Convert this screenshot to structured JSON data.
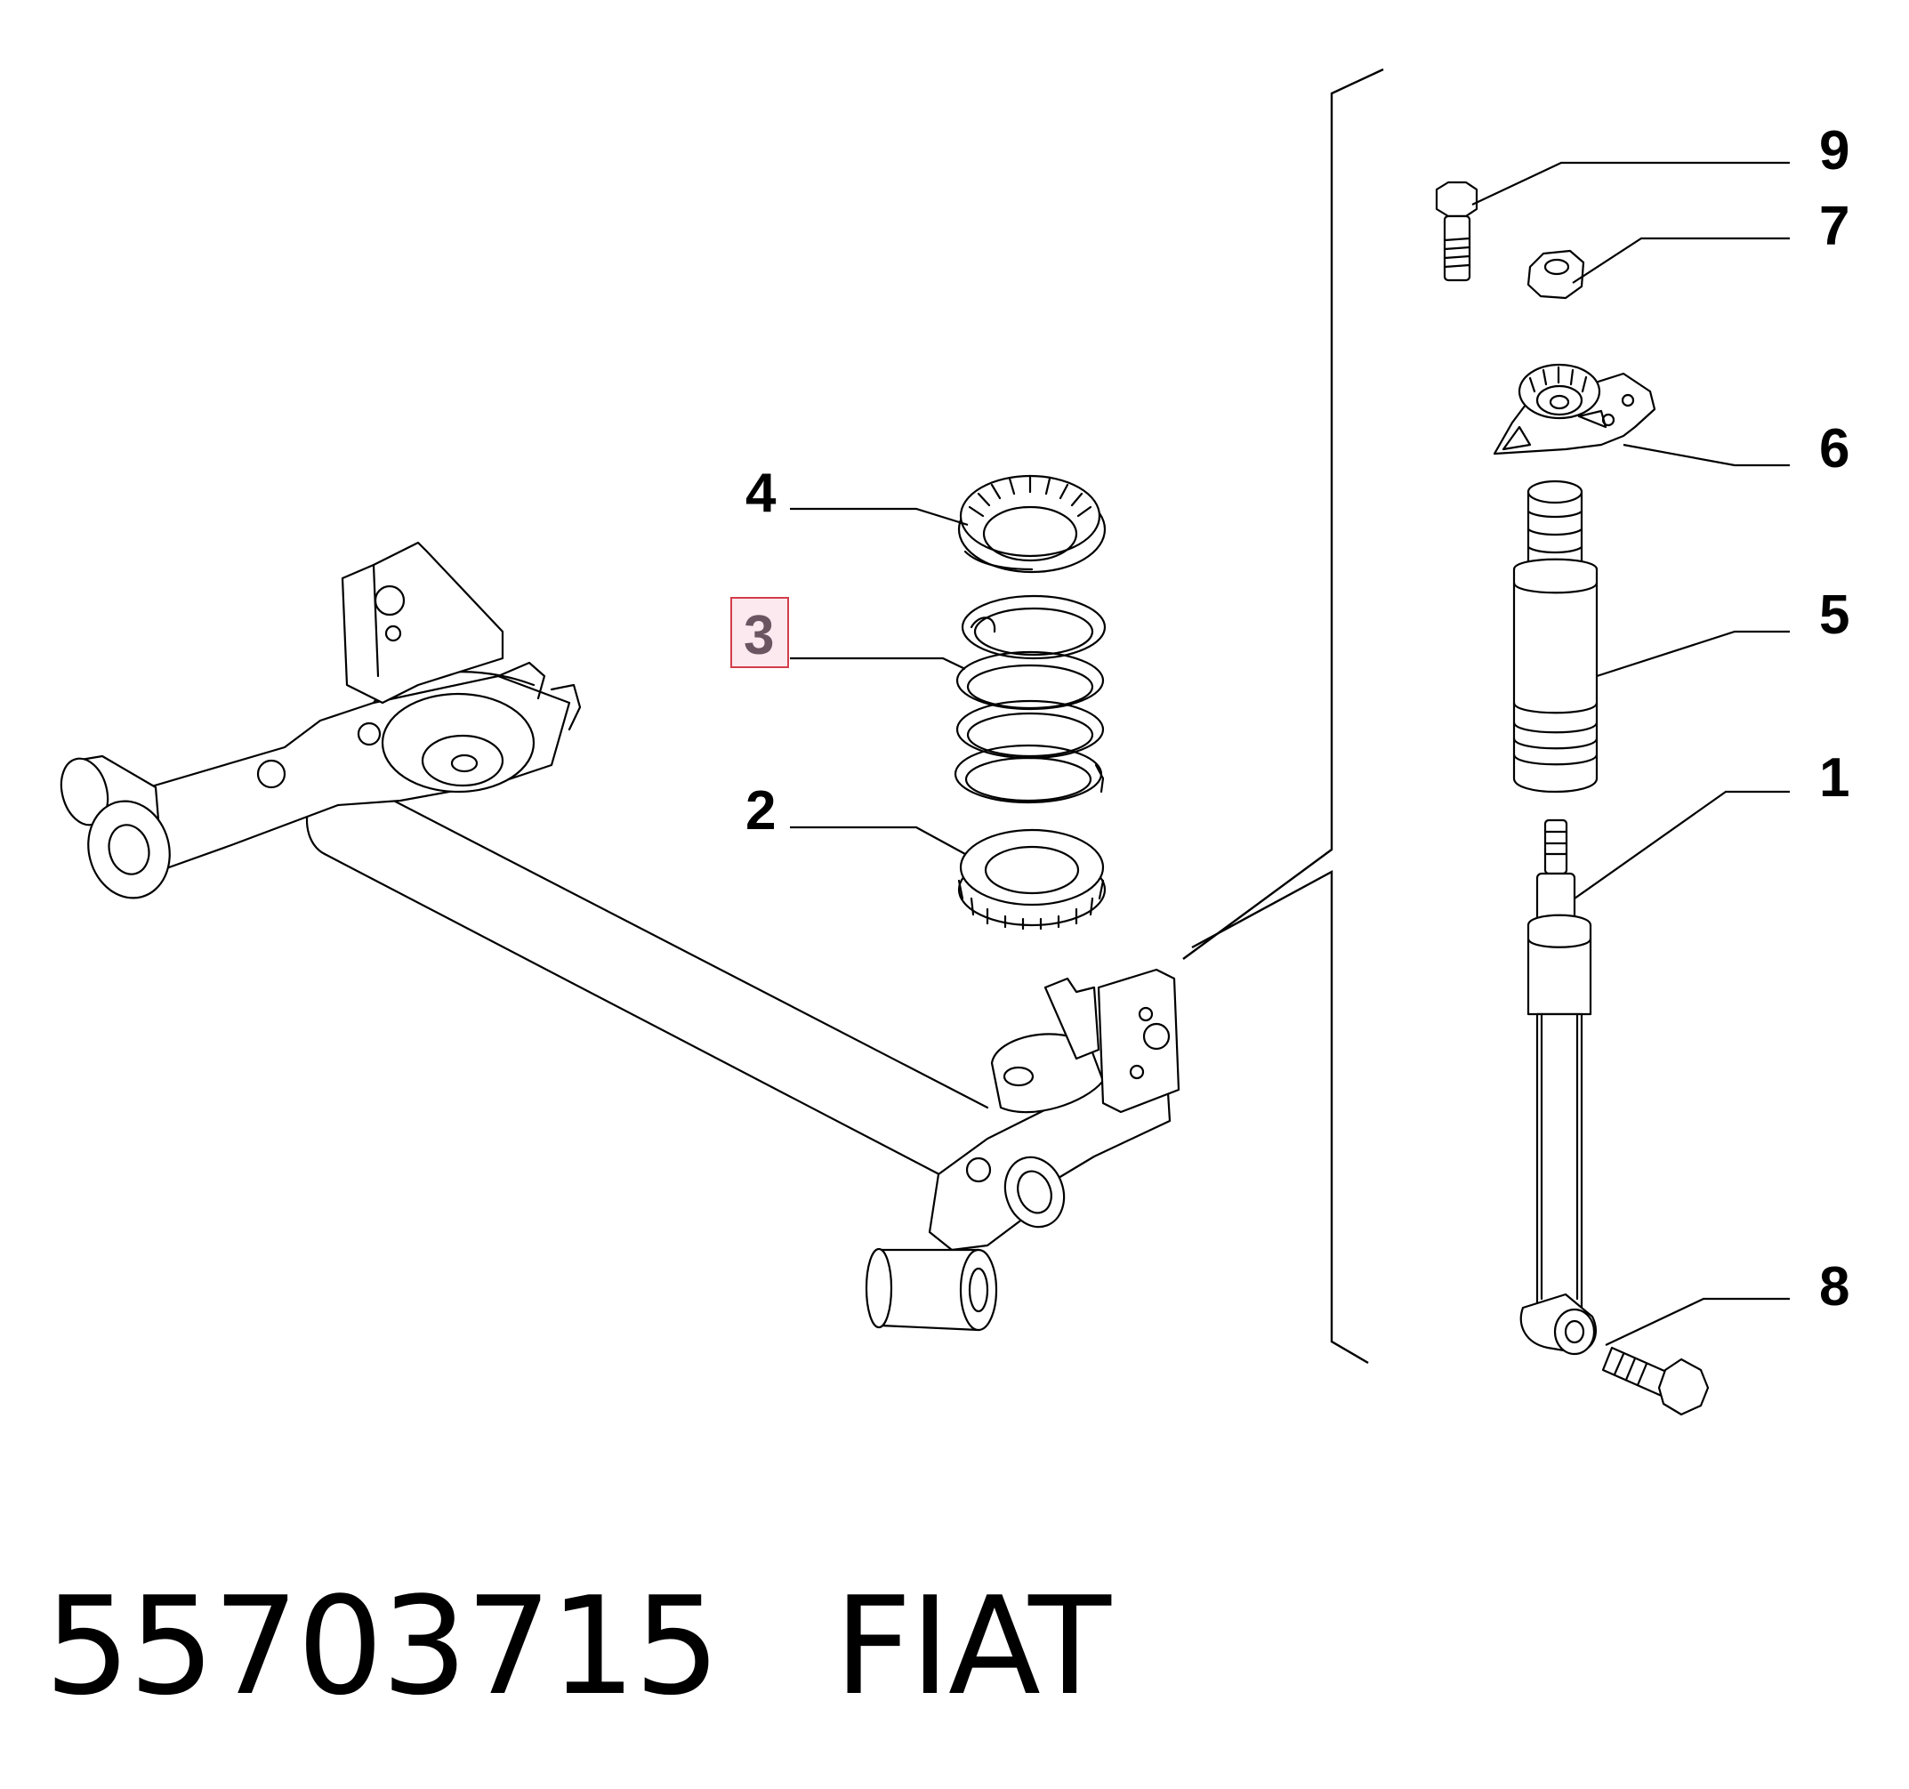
{
  "diagram": {
    "callouts": [
      {
        "number": "9",
        "part": "bolt"
      },
      {
        "number": "7",
        "part": "nut"
      },
      {
        "number": "6",
        "part": "top mount plate"
      },
      {
        "number": "5",
        "part": "bump stop / dust boot"
      },
      {
        "number": "4",
        "part": "upper spring seat"
      },
      {
        "number": "3",
        "part": "coil spring",
        "highlighted": true
      },
      {
        "number": "2",
        "part": "lower spring seat"
      },
      {
        "number": "1",
        "part": "shock absorber"
      },
      {
        "number": "8",
        "part": "bolt"
      }
    ],
    "highlight_color": "#d33c4a",
    "highlight_fill": "#fbe9ef"
  },
  "footer": {
    "part_number": "55703715",
    "brand": "FIAT"
  }
}
